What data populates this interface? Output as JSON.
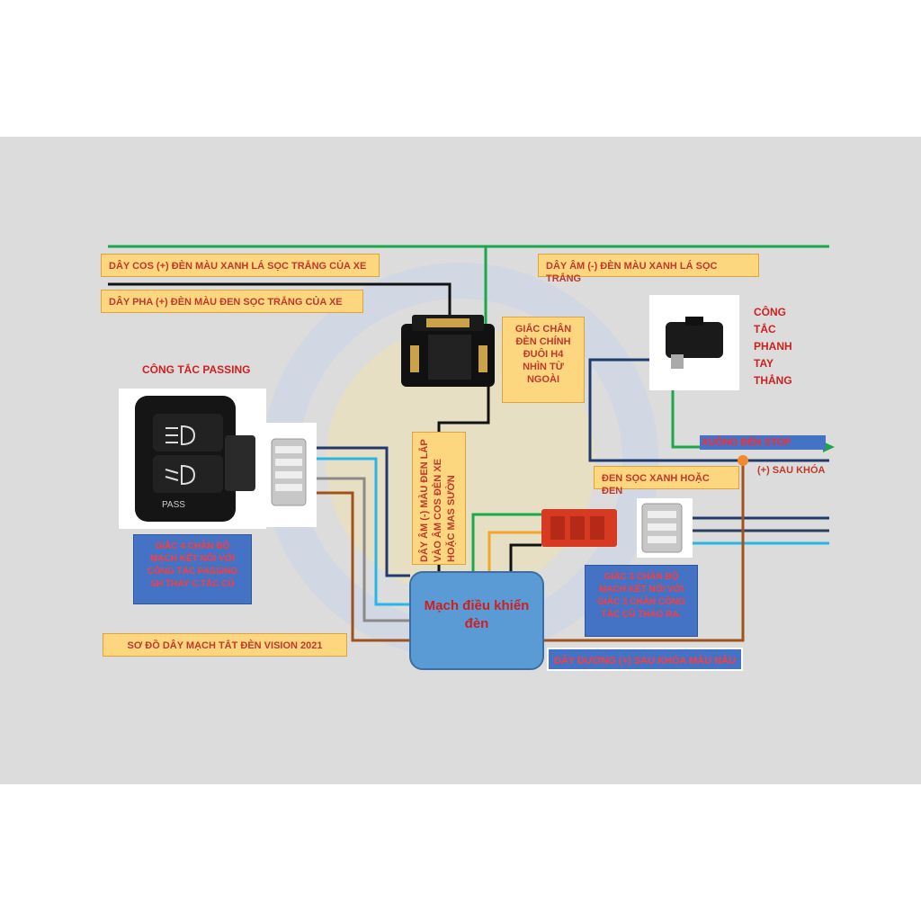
{
  "labels": {
    "cos_wire": "DÂY COS (+) ĐÈN MÀU  XANH LÁ SỌC TRẮNG CỦA XE",
    "pha_wire": "DÂY PHA (+) ĐÈN MÀU  ĐEN SỌC TRẮNG CỦA XE",
    "ground_wire": "DÂY ÂM (-) ĐÈN MÀU  XANH LÁ SỌC TRẮNG",
    "h4_socket": "GIẮC CHÂN ĐÈN CHÍNH ĐUÔI H4 NHÌN TỪ NGOÀI",
    "brake_switch": "CÔNG TẮC PHANH TAY THẲNG",
    "passing_switch": "CÔNG TẮC PASSING",
    "stop_light": "XUỐNG ĐÈN STOP",
    "black_stripe": "ĐEN SỌC XANH HOẶC ĐEN",
    "after_key": "(+) SAU KHÓA",
    "ground_vertical": "DÂY ÂM (-) MÀU ĐEN LẮP VÀO ÂM COS ĐÈN XE HOẶC MAS SƯỜN",
    "connector4": "GIẮC 4 CHÂN BỘ MẠCH KẾT NỐI VỚI CÔNG TẮC PASSING SH THAY C.TẮC CŨ",
    "connector3": "GIẮC 3 CHÂN BỘ MẠCH KẾT NỐI VỚI GIẮC 3 CHÂN CÔNG TẮC CŨ THÁO RA.",
    "controller": "Mạch điều khiển đèn",
    "diagram_title": "SƠ ĐỒ DÂY MẠCH TẮT ĐÈN VISION 2021",
    "positive_brown": "DÂY DƯƠNG (+) SAU KHÓA MÀU NÂU",
    "switch_pass": "PASS"
  },
  "colors": {
    "panel": "#dcdcdc",
    "green_wire": "#1aa84a",
    "black_wire": "#111111",
    "navy_wire": "#1f3a6b",
    "cyan_wire": "#27b6e8",
    "gray_wire": "#8a8a8a",
    "brown_wire": "#a0521d",
    "orange_wire": "#f2a62c",
    "controller": "#5a9bd5",
    "label_orange": "#fcd77f",
    "label_blue": "#4472c4"
  },
  "icons": [
    "headlight-high-icon",
    "headlight-low-icon",
    "arrow-right-icon",
    "junction-dot-icon"
  ]
}
